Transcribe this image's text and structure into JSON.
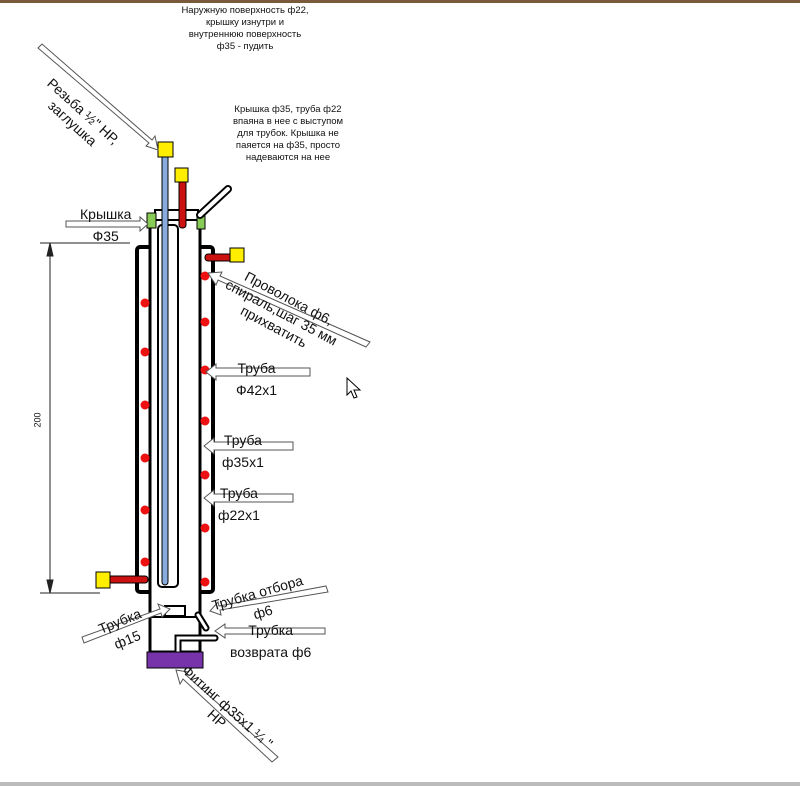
{
  "notes": {
    "tinning": "Наружную поверхность ф22, крышку изнутри и внутреннюю поверхность ф35 - пудить",
    "cap": "Крышка ф35, труба ф22 впаяна в нее с выступом для трубок. Крышка не паяется на ф35, просто надеваются на нее"
  },
  "labels": {
    "thread_1": "Резьба ½\" НР,",
    "thread_2": "заглушка",
    "cap_1": "Крышка",
    "cap_2": "Ф35",
    "wire_1": "Проволока ф6,",
    "wire_2": "спираль,шаг 35 мм",
    "wire_3": "прихватить",
    "pipe42_1": "Труба",
    "pipe42_2": "Ф42х1",
    "pipe35_1": "Труба",
    "pipe35_2": "ф35х1",
    "pipe22_1": "Труба",
    "pipe22_2": "ф22х1",
    "tube15_1": "Трубка",
    "tube15_2": "ф15",
    "takeoff_1": "Трубка отбора",
    "takeoff_2": "ф6",
    "return_1": "Трубка",
    "return_2": "возврата ф6",
    "fitting_1": "Фитинг ф35х1 ¼ \"",
    "fitting_2": "НР"
  },
  "dimension": "200",
  "colors": {
    "plug": "#ffee00",
    "rod": "#cc1111",
    "dot": "#ee1111",
    "cap_seal": "#88cc55",
    "inner_rod": "#88aadd",
    "fitting": "#7733aa"
  }
}
